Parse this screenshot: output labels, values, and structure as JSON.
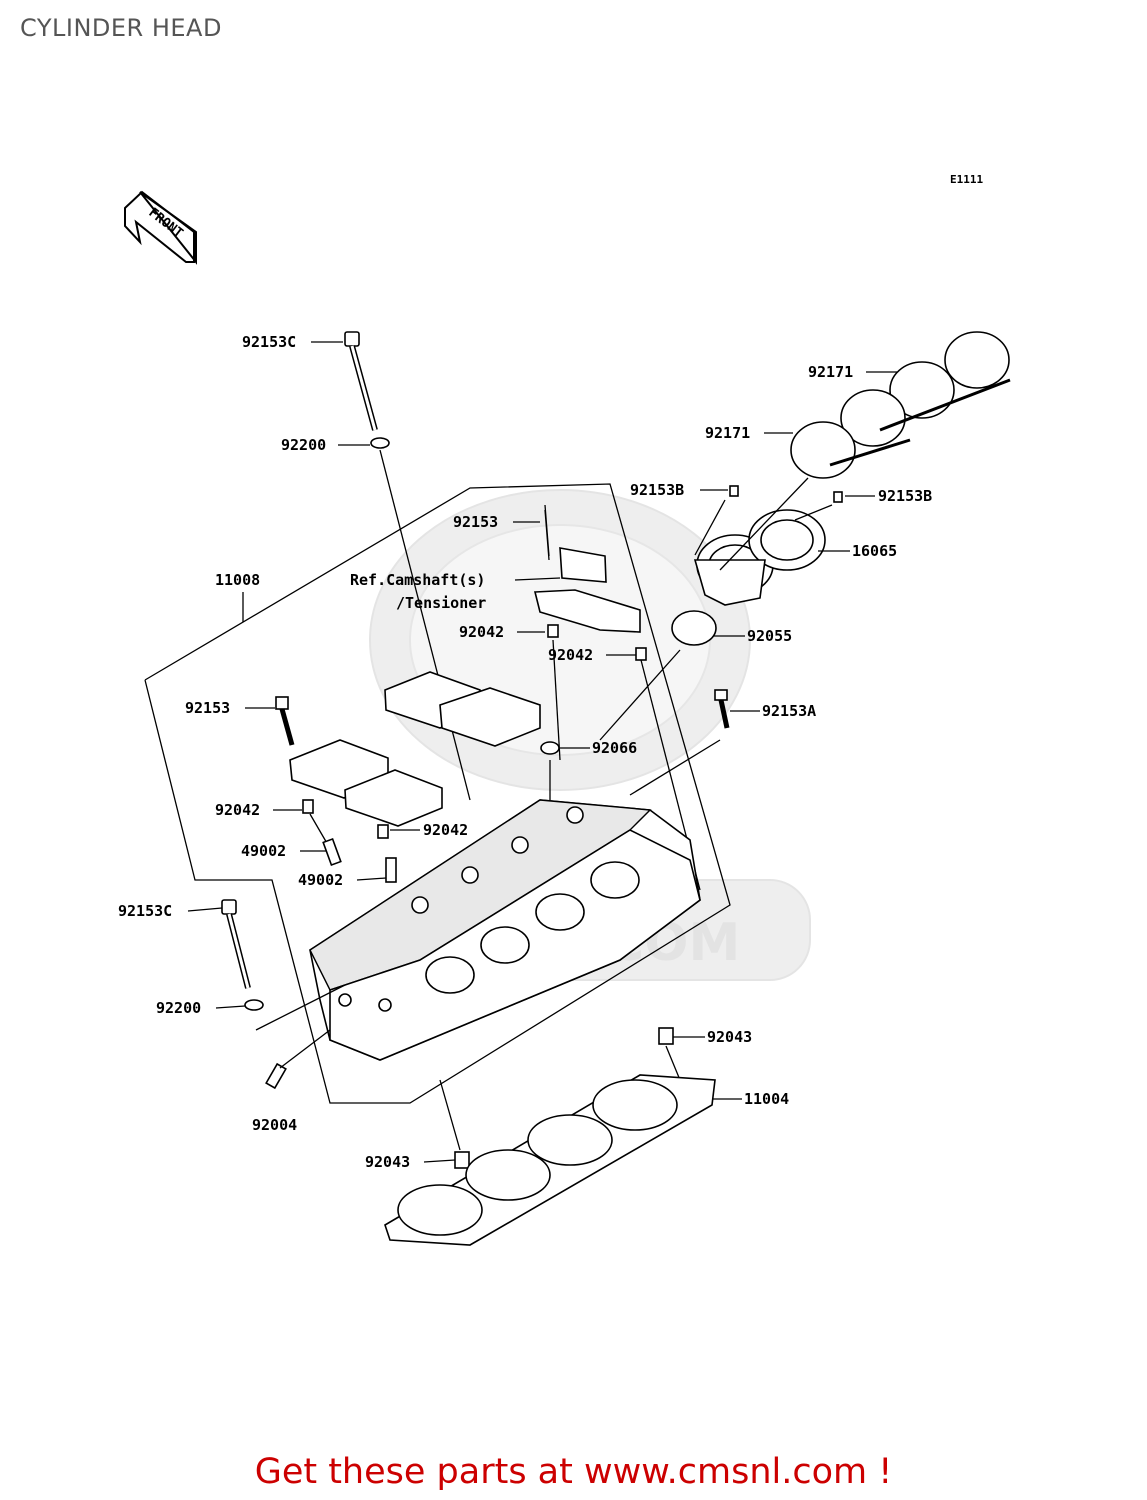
{
  "title": "CYLINDER HEAD",
  "diagram_code": "E1111",
  "front_label": "FRONT",
  "reference_note": [
    "Ref.Camshaft(s)",
    "/Tensioner"
  ],
  "part_labels": [
    {
      "id": "92153C-top",
      "text": "92153C"
    },
    {
      "id": "92200-top",
      "text": "92200"
    },
    {
      "id": "92153-top",
      "text": "92153"
    },
    {
      "id": "11008",
      "text": "11008"
    },
    {
      "id": "92042-a",
      "text": "92042"
    },
    {
      "id": "92042-b",
      "text": "92042"
    },
    {
      "id": "92153-left",
      "text": "92153"
    },
    {
      "id": "92042-c",
      "text": "92042"
    },
    {
      "id": "92042-d",
      "text": "92042"
    },
    {
      "id": "49002-a",
      "text": "49002"
    },
    {
      "id": "49002-b",
      "text": "49002"
    },
    {
      "id": "92153C-bottom",
      "text": "92153C"
    },
    {
      "id": "92200-bottom",
      "text": "92200"
    },
    {
      "id": "92004",
      "text": "92004"
    },
    {
      "id": "92043-bottom",
      "text": "92043"
    },
    {
      "id": "92043-right",
      "text": "92043"
    },
    {
      "id": "11004",
      "text": "11004"
    },
    {
      "id": "92171-a",
      "text": "92171"
    },
    {
      "id": "92171-b",
      "text": "92171"
    },
    {
      "id": "92153B-a",
      "text": "92153B"
    },
    {
      "id": "92153B-b",
      "text": "92153B"
    },
    {
      "id": "16065",
      "text": "16065"
    },
    {
      "id": "92055",
      "text": "92055"
    },
    {
      "id": "92153A",
      "text": "92153A"
    },
    {
      "id": "92066",
      "text": "92066"
    }
  ],
  "footer": "Get these parts at www.cmsnl.com !"
}
